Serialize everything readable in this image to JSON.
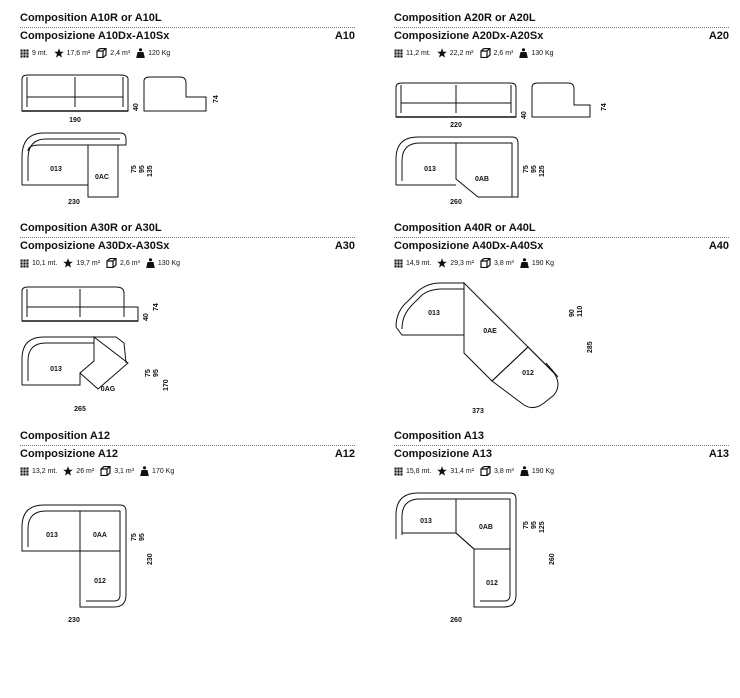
{
  "compositions": [
    {
      "title": "Composition A10R or A10L",
      "subtitle": "Composizione A10Dx-A10Sx",
      "code": "A10",
      "specs": {
        "length": "9 mt.",
        "area": "17,6 m²",
        "volume": "2,4 m³",
        "weight": "120 Kg"
      },
      "modules": [
        "013",
        "0AC"
      ],
      "dims": {
        "elev_w": "190",
        "seat_h": "40",
        "side_h": "74",
        "d1": "75",
        "d2": "95",
        "d3": "135",
        "plan_w": "230"
      }
    },
    {
      "title": "Composition A20R or A20L",
      "subtitle": "Composizione A20Dx-A20Sx",
      "code": "A20",
      "specs": {
        "length": "11,2 mt.",
        "area": "22,2 m²",
        "volume": "2,6 m³",
        "weight": "130 Kg"
      },
      "modules": [
        "013",
        "0AB"
      ],
      "dims": {
        "elev_w": "220",
        "seat_h": "40",
        "side_h": "74",
        "d1": "75",
        "d2": "95",
        "d3": "125",
        "plan_w": "260"
      }
    },
    {
      "title": "Composition A30R or A30L",
      "subtitle": "Composizione A30Dx-A30Sx",
      "code": "A30",
      "specs": {
        "length": "10,1 mt.",
        "area": "19,7 m²",
        "volume": "2,6 m³",
        "weight": "130 Kg"
      },
      "modules": [
        "013",
        "0AG"
      ],
      "dims": {
        "seat_h": "40",
        "side_h": "74",
        "d1": "75",
        "d2": "95",
        "d3": "170",
        "plan_w": "265"
      }
    },
    {
      "title": "Composition A40R or A40L",
      "subtitle": "Composizione A40Dx-A40Sx",
      "code": "A40",
      "specs": {
        "length": "14,9 mt.",
        "area": "29,3 m²",
        "volume": "3,8 m³",
        "weight": "190 Kg"
      },
      "modules": [
        "013",
        "0AE",
        "012"
      ],
      "dims": {
        "d1": "90",
        "d2": "110",
        "d3": "285",
        "plan_w": "373"
      }
    },
    {
      "title": "Composition A12",
      "subtitle": "Composizione A12",
      "code": "A12",
      "specs": {
        "length": "13,2 mt.",
        "area": "26 m²",
        "volume": "3,1 m³",
        "weight": "170 Kg"
      },
      "modules": [
        "013",
        "0AA",
        "012"
      ],
      "dims": {
        "d1": "75",
        "d2": "95",
        "d3": "230",
        "plan_w": "230"
      }
    },
    {
      "title": "Composition A13",
      "subtitle": "Composizione A13",
      "code": "A13",
      "specs": {
        "length": "15,8 mt.",
        "area": "31,4 m²",
        "volume": "3,8 m³",
        "weight": "190 Kg"
      },
      "modules": [
        "013",
        "0AB",
        "012"
      ],
      "dims": {
        "d1": "75",
        "d2": "95",
        "d3": "125",
        "d4": "260",
        "plan_w": "260"
      }
    }
  ],
  "icons": {
    "length": "fabric-icon",
    "area": "star-icon",
    "volume": "cube-icon",
    "weight": "weight-icon"
  }
}
